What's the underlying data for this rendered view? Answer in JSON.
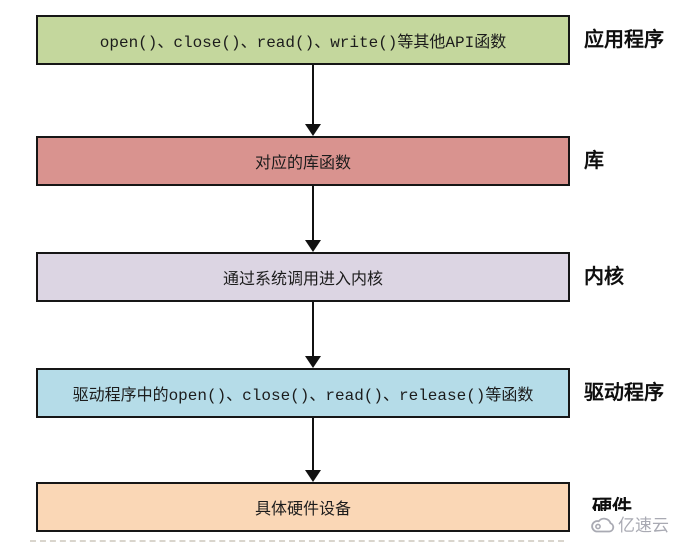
{
  "diagram": {
    "layers": [
      {
        "box_text": "open()、close()、read()、write()等其他API函数",
        "label": "应用程序",
        "fill": "#c4d79d"
      },
      {
        "box_text": "对应的库函数",
        "label": "库",
        "fill": "#d9938f"
      },
      {
        "box_text": "通过系统调用进入内核",
        "label": "内核",
        "fill": "#dcd5e3"
      },
      {
        "box_text": "驱动程序中的open()、close()、read()、release()等函数",
        "label": "驱动程序",
        "fill": "#b5dce8"
      },
      {
        "box_text": "具体硬件设备",
        "label": "硬件",
        "fill": "#fad7b6"
      }
    ],
    "border_color": "#161616",
    "arrow_color": "#111111",
    "text_color": "#1c1c1c"
  },
  "watermark": {
    "text": "亿速云",
    "color": "#a9aab3"
  }
}
